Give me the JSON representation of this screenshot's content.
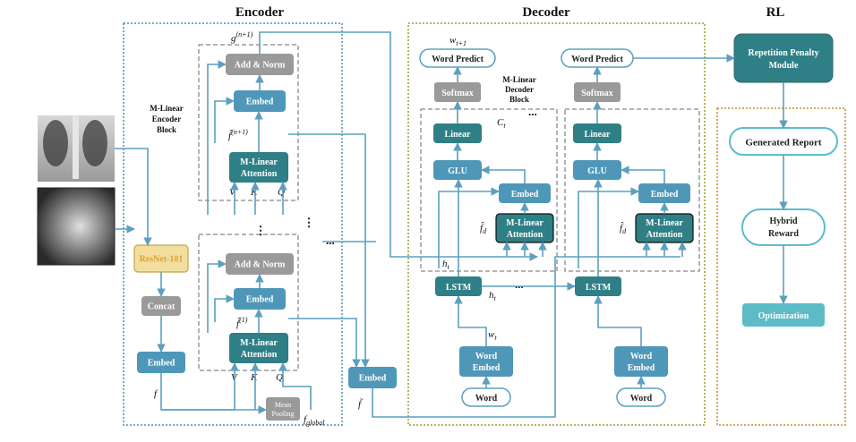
{
  "titles": {
    "encoder": "Encoder",
    "decoder": "Decoder",
    "rl": "RL"
  },
  "colors": {
    "teal_dark": "#2f7f86",
    "blue_medium": "#4f97b8",
    "gray_box": "#9a9a9a",
    "resnet_fill": "#f2dfa0",
    "resnet_text": "#d9a32d",
    "arrow": "#5c9fbf",
    "encoder_border": "#4a90b0",
    "decoder_border": "#9b9b2f",
    "rl_border": "#c98a32",
    "rl_light": "#5bbcc8"
  },
  "encoder": {
    "resnet": "ResNet-101",
    "concat": "Concat",
    "embed": "Embed",
    "add_norm": "Add & Norm",
    "attention_line1": "M-Linear",
    "attention_line2": "Attention",
    "block_label": [
      "M-Linear",
      "Encoder",
      "Block"
    ],
    "mean_pooling": [
      "Mean",
      "Pooling"
    ],
    "f": "f",
    "f_global": "f",
    "f_global_sub": "global",
    "f_hat_n1": "f̂",
    "f_hat_n1_sup": "(n+1)",
    "f_hat_1": "f̂",
    "f_hat_1_sup": "(1)",
    "g_n1": "g",
    "g_n1_sup": "(n+1)",
    "v": "V",
    "k": "K",
    "q": "Q"
  },
  "middle": {
    "embed": "Embed",
    "f_tilde": "f̃"
  },
  "decoder": {
    "word_predict": "Word Predict",
    "softmax": "Softmax",
    "linear": "Linear",
    "glu": "GLU",
    "embed": "Embed",
    "attention_line1": "M-Linear",
    "attention_line2": "Attention",
    "lstm": "LSTM",
    "word_embed_line1": "Word",
    "word_embed_line2": "Embed",
    "word": "Word",
    "block_label": [
      "M-Linear",
      "Decoder",
      "Block"
    ],
    "w_t1": "w",
    "w_t1_sub": "t+1",
    "w_t": "w",
    "w_t_sub": "t",
    "c_t": "C",
    "c_t_sub": "t",
    "h_t": "h",
    "h_t_sub": "t",
    "f_d": "f̂",
    "f_d_sub": "d"
  },
  "rl": {
    "repetition_line1": "Repetition Penalty",
    "repetition_line2": "Module",
    "generated_report": "Generated Report",
    "hybrid_line1": "Hybrid",
    "hybrid_line2": "Reward",
    "optimization": "Optimization"
  },
  "ellipsis": "..."
}
